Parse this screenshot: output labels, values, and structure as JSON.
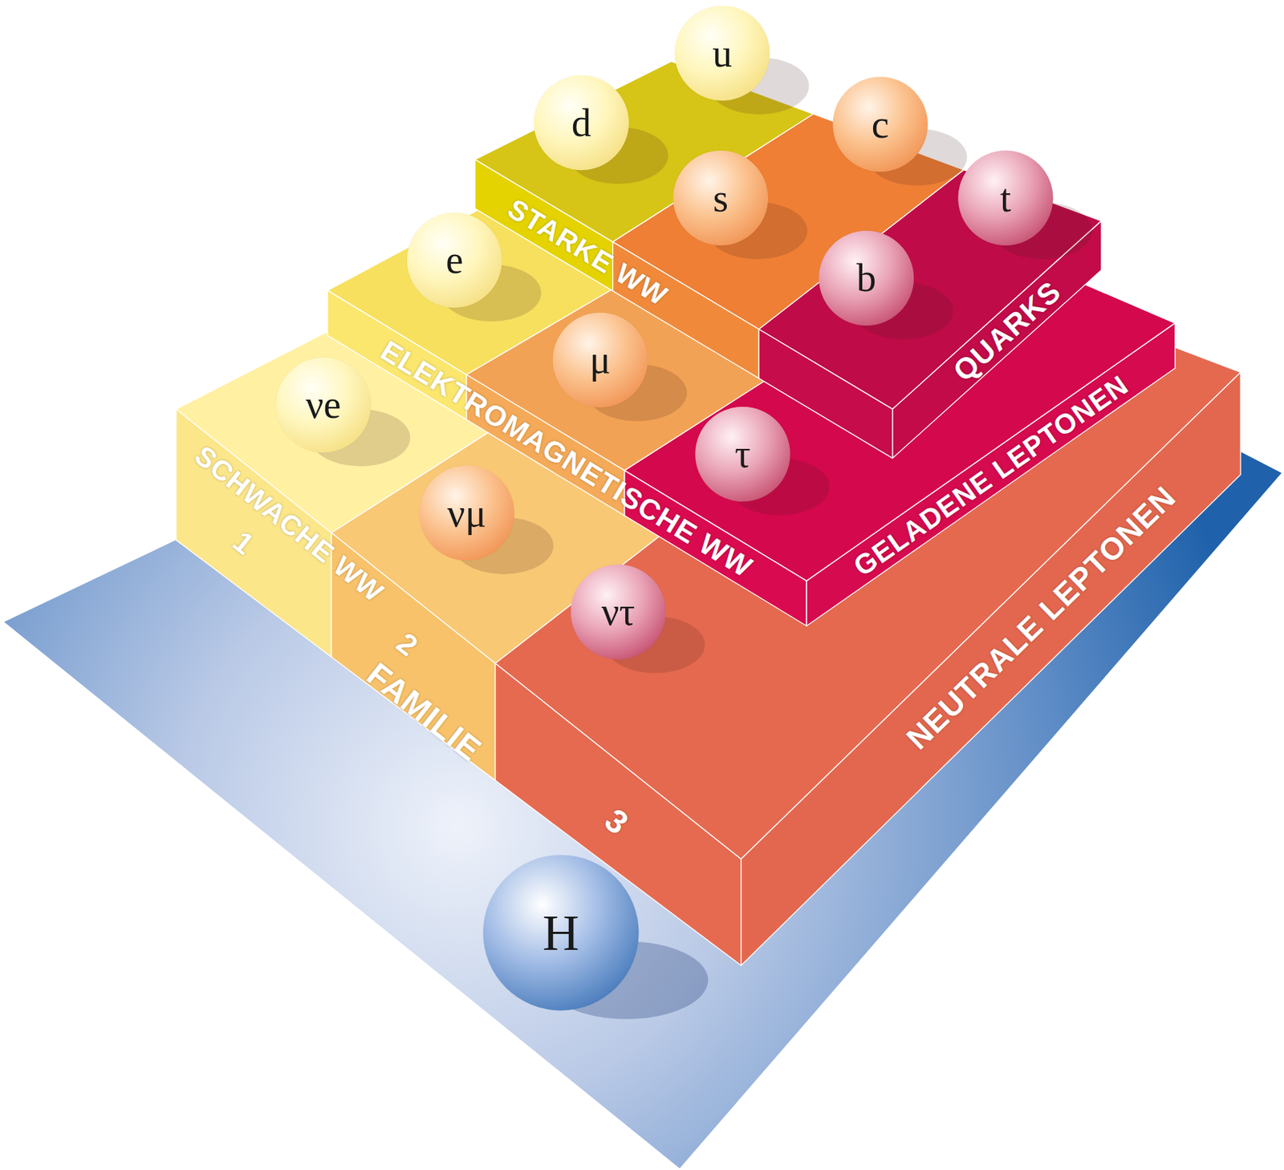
{
  "diagram": {
    "nodes": [
      {
        "text": [
          "u"
        ]
      },
      {
        "text": [
          "d"
        ]
      },
      {
        "text": [
          "c"
        ]
      },
      {
        "text": [
          "s"
        ]
      },
      {
        "text": [
          "t"
        ]
      },
      {
        "text": [
          "b"
        ]
      },
      {
        "text": [
          "e"
        ]
      },
      {
        "text": [
          "μ"
        ]
      },
      {
        "text": [
          "τ"
        ]
      },
      {
        "text": [
          "νe"
        ]
      },
      {
        "text": [
          "νμ"
        ]
      },
      {
        "text": [
          "ντ"
        ]
      },
      {
        "text": [
          "H"
        ]
      }
    ],
    "labels": [
      "STARKE WW",
      "ELEKTROMAGNETISCHE WW",
      "SCHWACHE WW",
      "QUARKS",
      "GELADENE LEPTONEN",
      "NEUTRALE LEPTONEN",
      "1",
      "2",
      "FAMILIE",
      "3"
    ]
  }
}
